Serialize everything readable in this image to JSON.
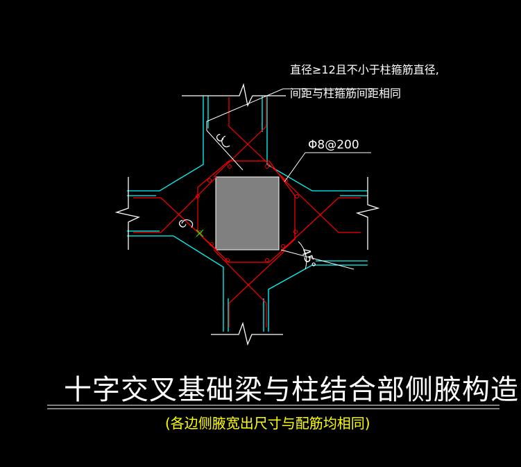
{
  "annotations": {
    "note_line1": "直径≥12且不小于柱箍筋直径,",
    "note_line2": "间距与柱箍筋间距相同",
    "stirrup_spec": "Φ8@200",
    "angle_label": "45°",
    "hook_top": "C",
    "hook_left": "C"
  },
  "title": "十字交叉基础梁与柱结合部侧腋构造",
  "subtitle": "(各边侧腋宽出尺寸与配筋均相同)",
  "colors": {
    "background": "#000000",
    "beam_outline": "#00ffff",
    "rebar": "#ff0000",
    "column_fill": "#808080",
    "text": "#ffffff",
    "subtitle_text": "#ffff00",
    "leader": "#ffffff",
    "hook_mark": "#00ff00"
  }
}
